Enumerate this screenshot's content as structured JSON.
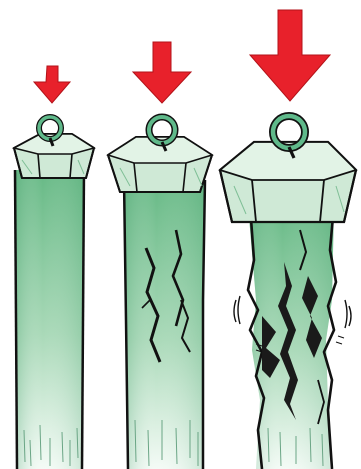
{
  "colors": {
    "arrow": "#e8212b",
    "weight_fill": "#cfe9d6",
    "weight_top": "#e2f3e6",
    "weight_side": "#b4dcc1",
    "ring": "#5fb98a",
    "column_top": "#66b985",
    "column_bottom": "#f4fbf6",
    "outline": "#111111"
  },
  "panels": [
    {
      "load": "small",
      "column_state": "intact"
    },
    {
      "load": "medium",
      "column_state": "cracked"
    },
    {
      "load": "large",
      "column_state": "shattered"
    }
  ]
}
